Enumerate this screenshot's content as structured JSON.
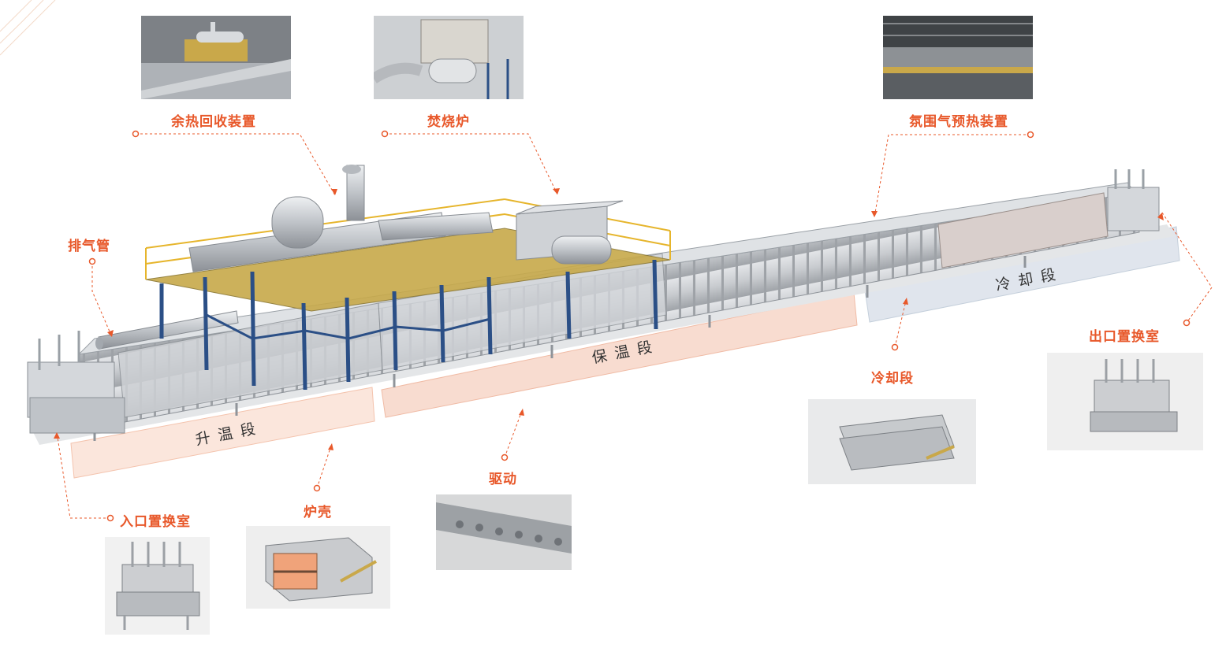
{
  "callouts": {
    "waste_heat_recovery": "余热回收装置",
    "incinerator": "焚烧炉",
    "nitrogen_preheat": "氛围气预热装置",
    "exhaust_pipe": "排气管",
    "exit_purge_chamber": "出口置换室",
    "cooling_section_part": "冷却段",
    "drive": "驱动",
    "furnace_shell": "炉壳",
    "entry_purge_chamber": "入口置换室"
  },
  "bands": {
    "heating": "升温段",
    "holding": "保温段",
    "cooling": "冷却段"
  },
  "colors": {
    "accent": "#e8582a",
    "heating_band": "#fbe3d8",
    "holding_band": "#f7dcd1",
    "cooling_band": "#dfe4ec",
    "frame_blue": "#2b4f86",
    "rail_yellow": "#e6b52c",
    "furnace_gray": "#c9ccd0"
  }
}
